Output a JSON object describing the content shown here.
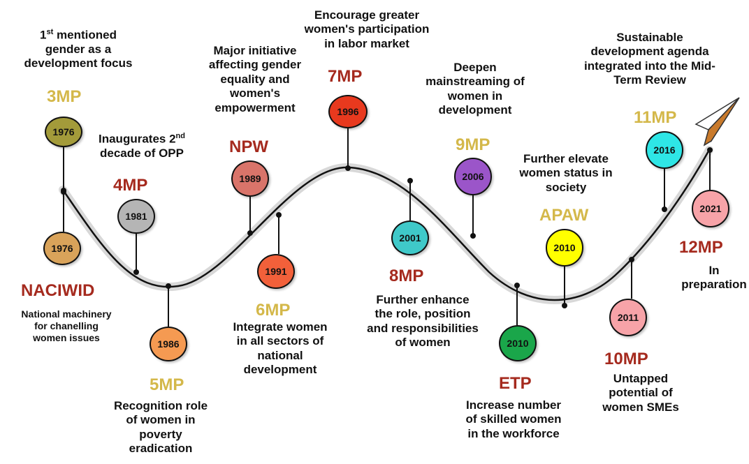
{
  "colors": {
    "code_red": "#a52a1e",
    "code_gold": "#d4b84a",
    "curve": "#111111",
    "curve_glow": "#d8d8d8"
  },
  "icon": "paper-plane-icon",
  "milestones": [
    {
      "id": "3mp",
      "code": "3MP",
      "year": "1976",
      "fill": "#a39b3a",
      "code_color": "gold",
      "desc": "1st mentioned\ngender as a\ndevelopment focus"
    },
    {
      "id": "naciwid",
      "code": "NACIWID",
      "year": "1976",
      "fill": "#d9a35a",
      "code_color": "red",
      "desc": "National machinery\nfor chanelling\nwomen issues"
    },
    {
      "id": "4mp",
      "code": "4MP",
      "year": "1981",
      "fill": "#b5b5b5",
      "code_color": "red",
      "desc": "Inaugurates 2nd\ndecade of OPP"
    },
    {
      "id": "5mp",
      "code": "5MP",
      "year": "1986",
      "fill": "#f59a52",
      "code_color": "gold",
      "desc": "Recognition role\nof women in\npoverty\neradication"
    },
    {
      "id": "npw",
      "code": "NPW",
      "year": "1989",
      "fill": "#d9746a",
      "code_color": "red",
      "desc": "Major initiative\naffecting gender\nequality and\nwomen's\nempowerment"
    },
    {
      "id": "6mp",
      "code": "6MP",
      "year": "1991",
      "fill": "#f2603a",
      "code_color": "gold",
      "desc": "Integrate women\nin all sectors of\nnational\ndevelopment"
    },
    {
      "id": "7mp",
      "code": "7MP",
      "year": "1996",
      "fill": "#e8391e",
      "code_color": "red",
      "desc": "Encourage greater\nwomen's participation\nin labor market"
    },
    {
      "id": "8mp",
      "code": "8MP",
      "year": "2001",
      "fill": "#3fc9c9",
      "code_color": "red",
      "desc": "Further enhance\nthe role, position\nand responsibilities\nof women"
    },
    {
      "id": "9mp",
      "code": "9MP",
      "year": "2006",
      "fill": "#9b55c9",
      "code_color": "gold",
      "desc": "Deepen\nmainstreaming of\nwomen in\ndevelopment"
    },
    {
      "id": "etp",
      "code": "ETP",
      "year": "2010",
      "fill": "#1aa64a",
      "code_color": "red",
      "desc": "Increase number\nof skilled women\nin the workforce"
    },
    {
      "id": "apaw",
      "code": "APAW",
      "year": "2010",
      "fill": "#ffff00",
      "code_color": "gold",
      "desc": "Further elevate\nwomen status in\nsociety"
    },
    {
      "id": "10mp",
      "code": "10MP",
      "year": "2011",
      "fill": "#f7a3a8",
      "code_color": "red",
      "desc": "Untapped\npotential of\nwomen SMEs"
    },
    {
      "id": "11mp",
      "code": "11MP",
      "year": "2016",
      "fill": "#2ee6e6",
      "code_color": "gold",
      "desc": "Sustainable\ndevelopment agenda\nintegrated into the Mid-\nTerm Review"
    },
    {
      "id": "12mp",
      "code": "12MP",
      "year": "2021",
      "fill": "#f7a3a8",
      "code_color": "red",
      "desc": "In\npreparation"
    }
  ]
}
